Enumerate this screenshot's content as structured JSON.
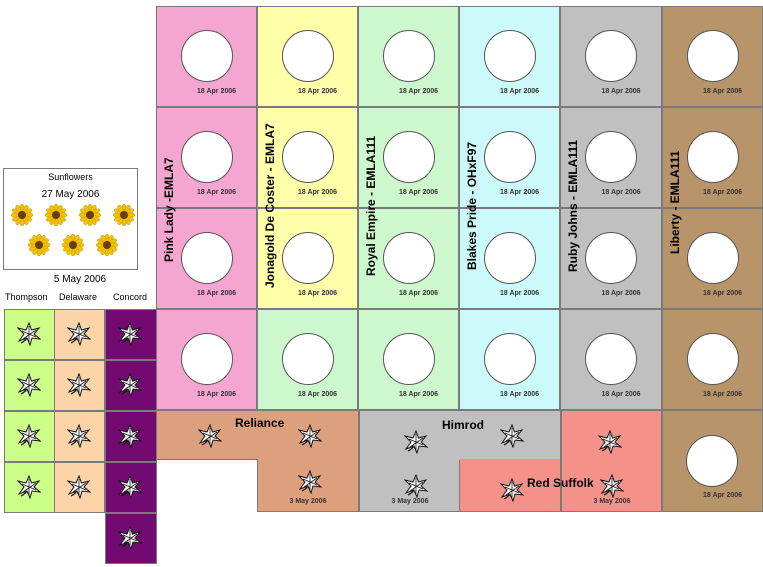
{
  "colors": {
    "pink": "#f4a6d1",
    "yellow": "#ffffaa",
    "green": "#cdf7cd",
    "cyan": "#ccfafa",
    "gray": "#c0c0c0",
    "brown": "#b8946a",
    "orange": "#dca07c",
    "salmon": "#f4928a",
    "lime": "#ccff88",
    "peach": "#fcd4a8",
    "purple": "#720a72"
  },
  "apple_rows": {
    "labels": [
      "Pink Lady -EMLA7",
      "Jonagold De Coster - EMLA7",
      "Royal Empire - EMLA111",
      "Blakes Pride - OHxF97",
      "Ruby Johns - EMLA111",
      "Liberty - EMLA111"
    ],
    "tree_date": "18 Apr 2006"
  },
  "sunflowers": {
    "title": "Sunflowers",
    "date": "27 May 2006",
    "icon": "sunflower-icon"
  },
  "grapes_block": {
    "date": "5 May 2006",
    "thompson": "Thompson",
    "delaware": "Delaware",
    "concord": "Concord",
    "icon": "grape-vine-icon"
  },
  "bottom_grapes": {
    "reliance": "Reliance",
    "himrod": "Himrod",
    "red_suffolk": "Red Suffolk",
    "date": "3 May 2006"
  }
}
